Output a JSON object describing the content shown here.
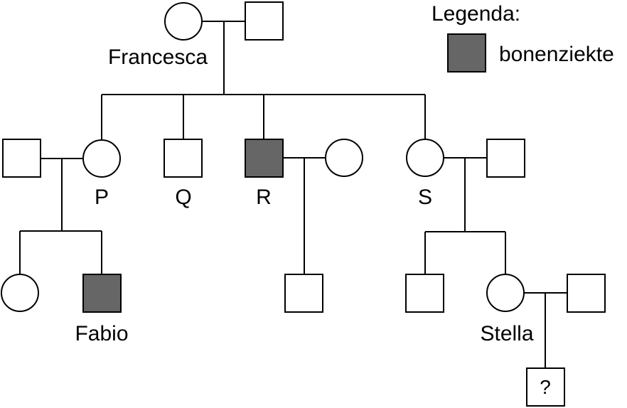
{
  "legend": {
    "title": "Legenda:",
    "affected_label": "bonenziekte"
  },
  "colors": {
    "affected": "#666666",
    "unaffected": "#ffffff",
    "stroke": "#000000"
  },
  "individuals": {
    "gen1_female": {
      "sex": "female",
      "affected": false,
      "label": "Francesca"
    },
    "gen1_male": {
      "sex": "male",
      "affected": false,
      "label": ""
    },
    "p_spouse": {
      "sex": "male",
      "affected": false,
      "label": ""
    },
    "p": {
      "sex": "female",
      "affected": false,
      "label": "P"
    },
    "q": {
      "sex": "male",
      "affected": false,
      "label": "Q"
    },
    "r": {
      "sex": "male",
      "affected": true,
      "label": "R"
    },
    "r_spouse": {
      "sex": "female",
      "affected": false,
      "label": ""
    },
    "s": {
      "sex": "female",
      "affected": false,
      "label": "S"
    },
    "s_spouse": {
      "sex": "male",
      "affected": false,
      "label": ""
    },
    "p_daughter": {
      "sex": "female",
      "affected": false,
      "label": ""
    },
    "fabio": {
      "sex": "male",
      "affected": true,
      "label": "Fabio"
    },
    "r_son": {
      "sex": "male",
      "affected": false,
      "label": ""
    },
    "s_son": {
      "sex": "male",
      "affected": false,
      "label": ""
    },
    "stella": {
      "sex": "female",
      "affected": false,
      "label": "Stella"
    },
    "stella_spouse": {
      "sex": "male",
      "affected": false,
      "label": ""
    },
    "unknown_child": {
      "sex": "male",
      "affected": false,
      "label": "",
      "mark": "?"
    }
  }
}
